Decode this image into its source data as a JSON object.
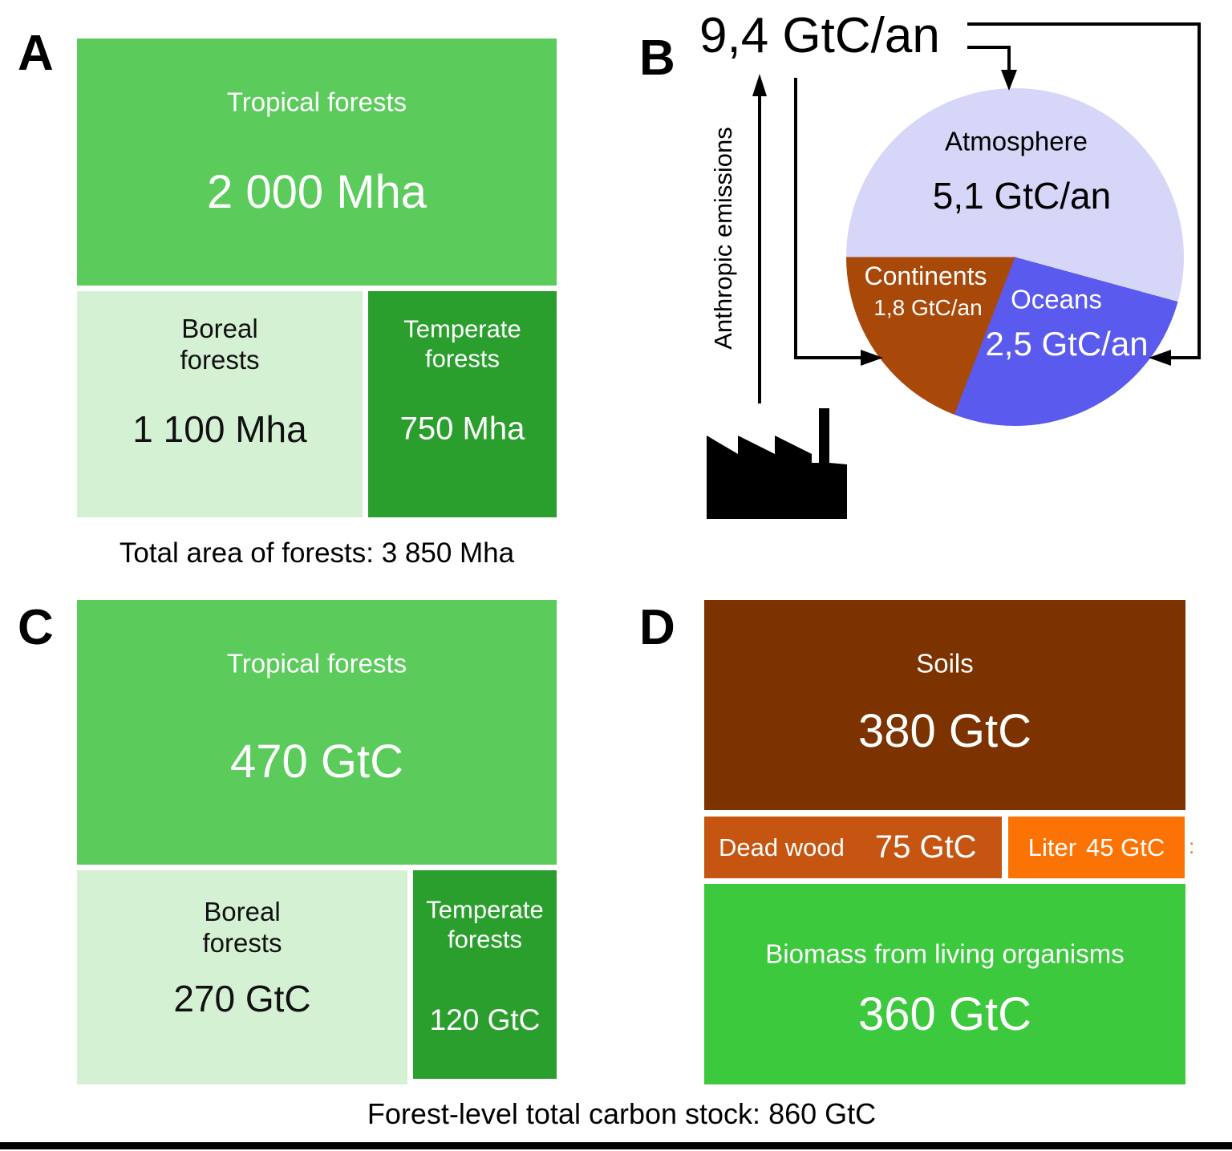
{
  "panels": {
    "a": {
      "letter": "A"
    },
    "b": {
      "letter": "B"
    },
    "c": {
      "letter": "C"
    },
    "d": {
      "letter": "D"
    }
  },
  "chart_data": [
    {
      "type": "treemap",
      "panel": "A",
      "title": "Total area of forests: 3 850 Mha",
      "unit": "Mha",
      "total": 3850,
      "items": [
        {
          "label": "Tropical forests",
          "value": 2000,
          "display": "2 000 Mha",
          "color": "#5bcb5c",
          "text_color": "#ffffff"
        },
        {
          "label": "Boreal forests",
          "value": 1100,
          "display": "1 100 Mha",
          "color": "#d5f1d4",
          "text_color": "#111111"
        },
        {
          "label": "Temperate forests",
          "value": 750,
          "display": "750 Mha",
          "color": "#2b9f2e",
          "text_color": "#ffffff"
        }
      ]
    },
    {
      "type": "pie",
      "panel": "B",
      "total": 9.4,
      "unit": "GtC/an",
      "total_display": "9,4 GtC/an",
      "flow_label": "Anthropic emissions",
      "start_angle_deg": 270,
      "slices": [
        {
          "label": "Atmosphere",
          "value": 5.1,
          "display": "5,1 GtC/an",
          "color": "#d6d6f8",
          "text_color": "#000000"
        },
        {
          "label": "Oceans",
          "value": 2.5,
          "display": "2,5 GtC/an",
          "color": "#5a5aee",
          "text_color": "#ffffff"
        },
        {
          "label": "Continents",
          "value": 1.8,
          "display": "1,8 GtC/an",
          "color": "#a8490a",
          "text_color": "#ffffff"
        }
      ]
    },
    {
      "type": "treemap",
      "panel": "C",
      "title": "Forest-level total carbon stock: 860 GtC",
      "unit": "GtC",
      "total": 860,
      "items": [
        {
          "label": "Tropical forests",
          "value": 470,
          "display": "470 GtC",
          "color": "#5bcb5c",
          "text_color": "#ffffff"
        },
        {
          "label": "Boreal forests",
          "value": 270,
          "display": "270 GtC",
          "color": "#d5f1d4",
          "text_color": "#111111"
        },
        {
          "label": "Temperate forests",
          "value": 120,
          "display": "120 GtC",
          "color": "#2b9f2e",
          "text_color": "#ffffff"
        }
      ]
    },
    {
      "type": "treemap",
      "panel": "D",
      "unit": "GtC",
      "total": 860,
      "items": [
        {
          "label": "Soils",
          "value": 380,
          "display": "380 GtC",
          "color": "#7d3300",
          "text_color": "#ffffff"
        },
        {
          "label": "Dead wood",
          "value": 75,
          "display": "75 GtC",
          "color": "#c55511",
          "text_color": "#ffffff"
        },
        {
          "label": "Liter",
          "value": 45,
          "display": "45 GtC",
          "color": "#fb7304",
          "text_color": "#ffffff"
        },
        {
          "label": "Biomass from living organisms",
          "value": 360,
          "display": "360 GtC",
          "color": "#3cc93d",
          "text_color": "#ffffff"
        }
      ],
      "edge_artifact": ":"
    }
  ]
}
